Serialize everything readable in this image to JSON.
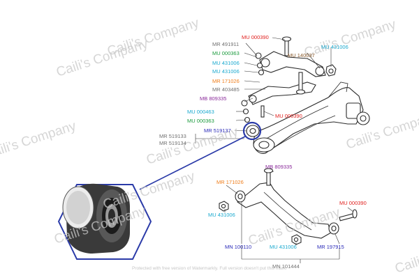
{
  "colors": {
    "red": "#e0201e",
    "grey": "#707070",
    "green": "#1a9a3c",
    "cyan": "#1aa9cf",
    "brown": "#8a5a2b",
    "orange": "#ef7d1a",
    "purple": "#8a2a9a",
    "blue": "#2a2ab8",
    "ring": "#2a3aa8"
  },
  "watermark": {
    "text": "Caili's Company",
    "footer": "Protected with free version of Watermarkly. Full version doesn't put this mark."
  },
  "labels": {
    "mu000390_a": "MU 000390",
    "mr491911": "MR 491911",
    "mu000363_a": "MU 000363",
    "mu431006_a": "MU 431006",
    "mu431006_b": "MU 431006",
    "mr171026_a": "MR 171026",
    "mr403485": "MR 403485",
    "mb809335_a": "MB 809335",
    "mu000463": "MU 000463",
    "mu000363_b": "MU 000363",
    "mr519133": "MR 519133",
    "mr519134": "MR 519134",
    "mr519137": "MR 519137",
    "mu431006_top_right": "MU 431006",
    "mu140037": "MU 140037",
    "mu000390_b": "MU 000390",
    "mb809335_b": "MB 809335",
    "mr171026_b": "MR 171026",
    "mu431006_c": "MU 431006",
    "mn100110": "MN 100110",
    "mu431006_d": "MU 431006",
    "mr197915": "MR 197915",
    "mu000390_c": "MU 000390",
    "mn101444": "MN 101444"
  }
}
